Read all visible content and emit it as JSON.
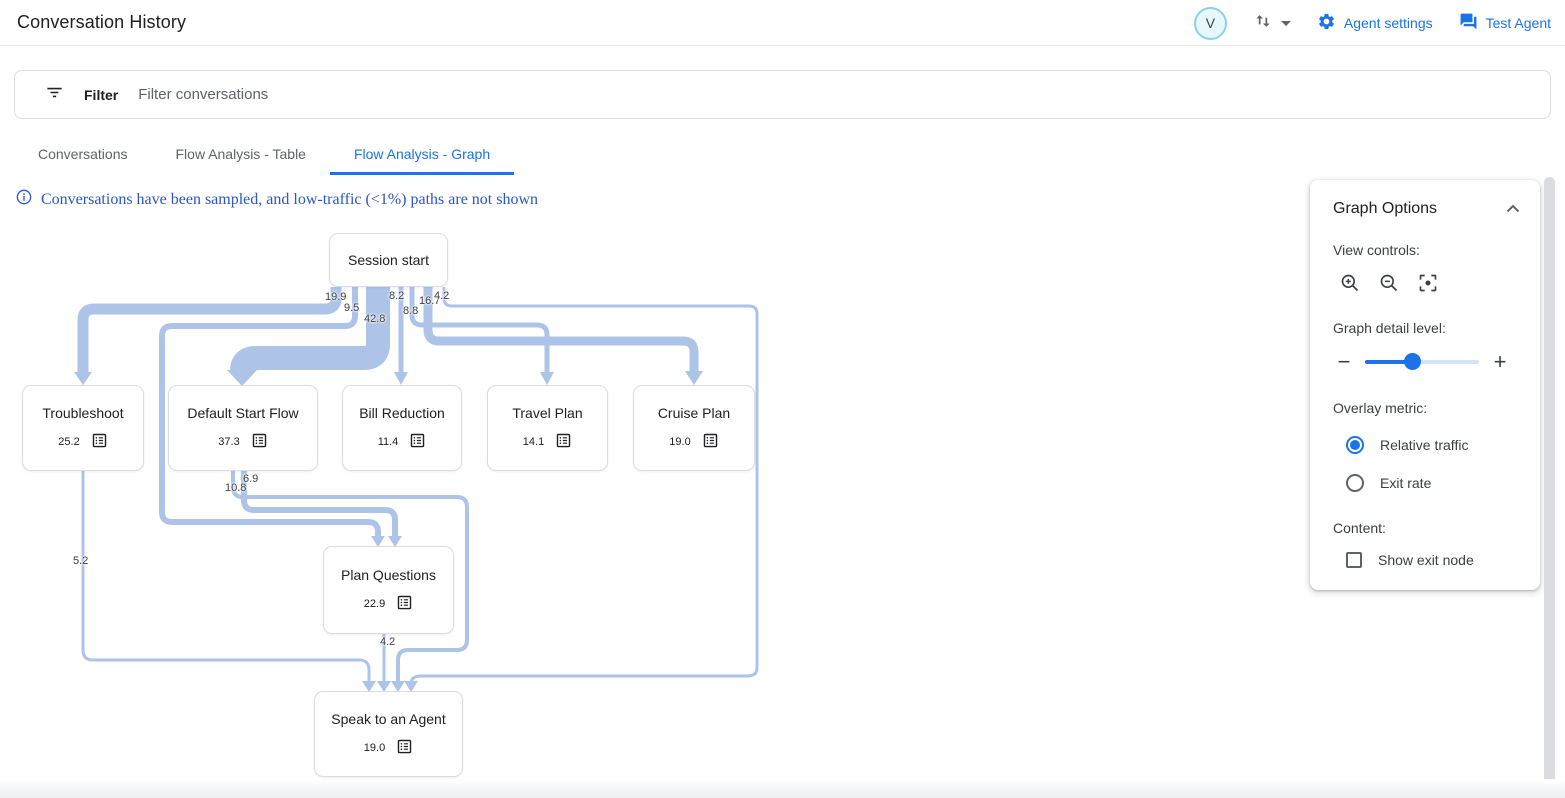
{
  "header": {
    "title": "Conversation History",
    "avatar_letter": "V",
    "agent_settings_label": "Agent settings",
    "test_agent_label": "Test Agent"
  },
  "filter_bar": {
    "label": "Filter",
    "placeholder": "Filter conversations"
  },
  "tabs": [
    {
      "label": "Conversations",
      "active": false
    },
    {
      "label": "Flow Analysis - Table",
      "active": false
    },
    {
      "label": "Flow Analysis - Graph",
      "active": true
    }
  ],
  "notice": {
    "text": "Conversations have been sampled, and low-traffic (<1%) paths are not shown"
  },
  "graph": {
    "nodes": [
      {
        "id": "session-start",
        "label": "Session start",
        "value": ""
      },
      {
        "id": "troubleshoot",
        "label": "Troubleshoot",
        "value": "25.2"
      },
      {
        "id": "default-start-flow",
        "label": "Default Start Flow",
        "value": "37.3"
      },
      {
        "id": "bill-reduction",
        "label": "Bill Reduction",
        "value": "11.4"
      },
      {
        "id": "travel-plan",
        "label": "Travel Plan",
        "value": "14.1"
      },
      {
        "id": "cruise-plan",
        "label": "Cruise Plan",
        "value": "19.0"
      },
      {
        "id": "plan-questions",
        "label": "Plan Questions",
        "value": "22.9"
      },
      {
        "id": "speak-to-an-agent",
        "label": "Speak to an Agent",
        "value": "19.0"
      }
    ],
    "edges": [
      {
        "from": "Session start",
        "to": "Troubleshoot",
        "label": "19.9"
      },
      {
        "from": "Session start",
        "to": "Plan Questions",
        "label": "9.5"
      },
      {
        "from": "Session start",
        "to": "Default Start Flow",
        "label": "42.8"
      },
      {
        "from": "Session start",
        "to": "Bill Reduction",
        "label": "8.2"
      },
      {
        "from": "Session start",
        "to": "Travel Plan",
        "label": "8.8"
      },
      {
        "from": "Session start",
        "to": "Cruise Plan",
        "label": "16.7"
      },
      {
        "from": "Session start",
        "to": "Speak to an Agent",
        "label": "4.2"
      },
      {
        "from": "Default Start Flow",
        "to": "Plan Questions",
        "label": "10.8"
      },
      {
        "from": "Default Start Flow",
        "to": "Speak to an Agent",
        "label": "6.9"
      },
      {
        "from": "Troubleshoot",
        "to": "Speak to an Agent",
        "label": "5.2"
      },
      {
        "from": "Plan Questions",
        "to": "Speak to an Agent",
        "label": "4.2"
      }
    ]
  },
  "graph_options": {
    "title": "Graph Options",
    "view_controls_label": "View controls:",
    "detail_level_label": "Graph detail level:",
    "overlay_metric_label": "Overlay metric:",
    "overlay_options": [
      {
        "label": "Relative traffic",
        "selected": true
      },
      {
        "label": "Exit rate",
        "selected": false
      }
    ],
    "content_label": "Content:",
    "show_exit_node_label": "Show exit node",
    "show_exit_node_checked": false,
    "detail_slider_percent": 42
  },
  "icons": {
    "filter-icon": "three stacked lines funnel",
    "sort-icon": "up-down arrows",
    "gear-icon": "settings gear",
    "chat-icon": "forum speech bubbles",
    "info-icon": "circled i",
    "zoom-in-icon": "magnifier plus",
    "zoom-out-icon": "magnifier minus",
    "center-focus-icon": "corner brackets with dot",
    "chevron-up-icon": "collapse caret",
    "list-icon": "list_alt box with lines"
  },
  "colors": {
    "accent": "#1a73e8",
    "edge": "#aec3e8",
    "notice_text": "#2a56c6",
    "tab_inactive": "#5f6368",
    "avatar_bg": "#e7f8fb",
    "avatar_border": "#8ad2e2",
    "scrollbar": "#dadce0"
  }
}
